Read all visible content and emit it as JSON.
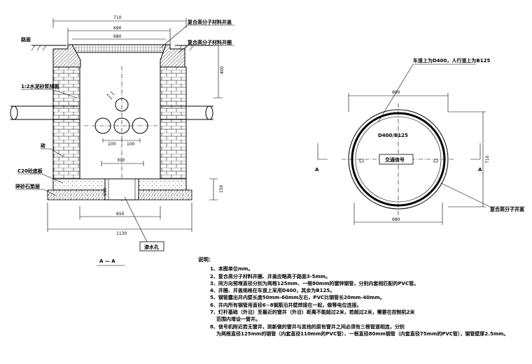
{
  "section": {
    "top_labels": {
      "composite_cover": "复合高分子材料井盖",
      "composite_frame": "复合高分子材料井圈",
      "road_surface": "路面"
    },
    "side_labels": {
      "mortar": "1:2水泥砂浆抹面",
      "brick": "砖",
      "c20_base": "C20砼底板",
      "gravel": "碎砂石垫层"
    },
    "dims": {
      "outer_top": "710",
      "inner_top_1": "690",
      "inner_top_2": "680",
      "depth": "400",
      "pipe_space_1": "100",
      "pipe_space_2": "100",
      "drain_width": "300",
      "bottom_inner": "650",
      "bottom_outer": "1130",
      "base_thick": "150",
      "drain_depth": "250"
    },
    "drain_hole_label": "渗水孔",
    "section_title": "A — A"
  },
  "plan": {
    "load_note": "车道上为D400，人行道上为B125",
    "outer_dim": "990",
    "inner_dim": "680",
    "height_dim": "710",
    "cover_grade": "D400/B125",
    "cover_text": "交通信号",
    "frame_label": "复合高分子井盖",
    "section_mark_left": "A",
    "section_mark_right": "A"
  },
  "notes": {
    "title": "说明：",
    "items": [
      "1、本图单位mm。",
      "2、复合高分子材料井圈、井盖应略高于路面3-5mm。",
      "3、同方向预埋直径分别为两根125mm、一根80mm的镀锌钢管，分别内套相匹配的PVC管。",
      "4、井圈、井盖规格在车道上采用D400，其余为B125。",
      "5、钢管露出井内壁长度50mm-60mm左右，PVC比钢管长20mm-40mm。",
      "6、井内所有钢管用直径6~8钢筋沿井壁焊接在一起，做等电位连接。",
      "7、灯杆基础（外沿）至最近的窨井（外沿）距离不能超过2米，若超过2米，需要在控制机2米",
      "8、信号机附近若无窨井，则新做的窨井与其他的原有窨井之间必须有三根管道相连，分别"
    ],
    "item7_cont": "范围内增设一窨井。",
    "item8_cont": "为两根直径125mm的钢管（内套直径110mm的PVC管）、一根直径80mm钢管（内套直径75mm的PVC管），钢管壁厚2.5mm。"
  }
}
